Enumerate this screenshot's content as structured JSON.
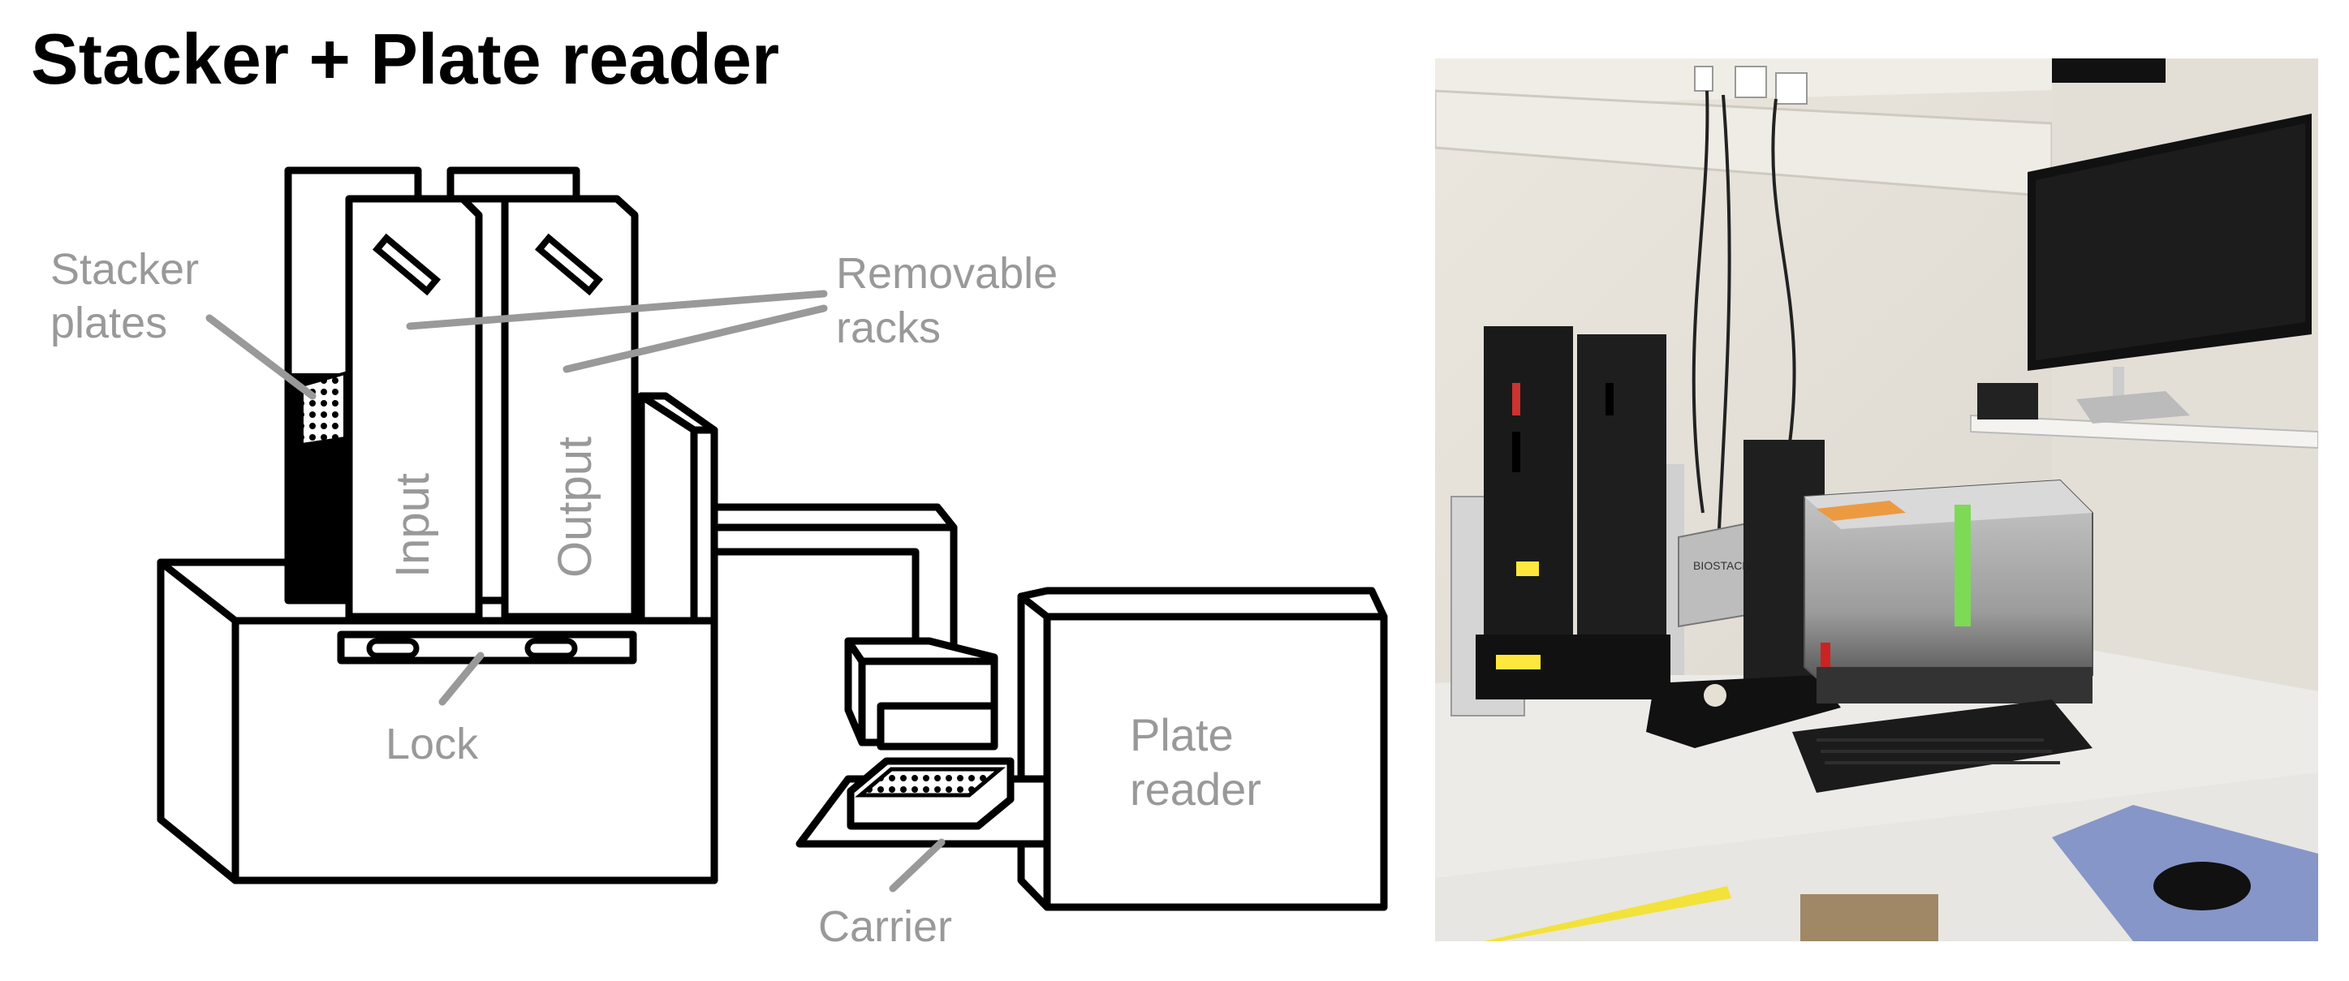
{
  "title": "Stacker + Plate reader",
  "labels": {
    "stacker_plates": [
      "Stacker",
      "plates"
    ],
    "removable_racks": [
      "Removable",
      "racks"
    ],
    "input": "Input",
    "output": "Output",
    "lock": "Lock",
    "plate_reader": [
      "Plate",
      "reader"
    ],
    "carrier": "Carrier"
  },
  "photo": {
    "device_label": "BIOSTACK"
  },
  "colors": {
    "label_gray": "#999999",
    "ink": "#000000",
    "tape_green": "#7ed957",
    "accent_orange": "#f08a1c"
  }
}
